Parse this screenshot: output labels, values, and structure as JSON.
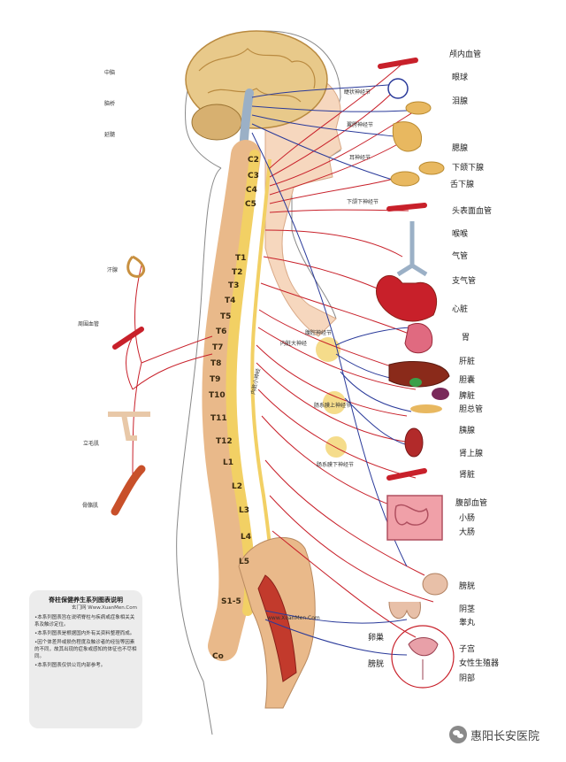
{
  "organs": {
    "cranial_vessel": "颅内血管",
    "eyeball": "眼球",
    "lacrimal": "泪腺",
    "parotid": "腮腺",
    "submandibular": "下颌下腺",
    "sublingual": "舌下腺",
    "face_vessel": "头表面血管",
    "throat": "喉喉",
    "trachea": "气管",
    "bronchus": "支气管",
    "heart": "心脏",
    "stomach": "胃",
    "liver": "肝脏",
    "gallbladder": "胆囊",
    "spleen": "脾脏",
    "bile_duct": "胆总管",
    "pancreas": "胰腺",
    "adrenal": "肾上腺",
    "kidney": "肾脏",
    "abdominal_vessel": "腹部血管",
    "small_intestine": "小肠",
    "large_intestine": "大肠",
    "bladder": "膀胱",
    "penis": "阴茎",
    "testis": "睾丸",
    "ovary": "卵巢",
    "uterus": "子宫",
    "bladder_f": "膀胱",
    "female_genital": "女性生殖器",
    "vagina": "阴部"
  },
  "ganglia": {
    "ciliary": "睫状神经节",
    "pterygopalatine": "翼腭神经节",
    "otic": "耳神经节",
    "submandibular": "下颌下神经节",
    "celiac": "腹腔神经节",
    "greater_splanchnic": "内脏大神经",
    "lesser_splanchnic": "内脏小神经",
    "superior_mesenteric": "肠系膜上神经节",
    "inferior_mesenteric": "肠系膜下神经节"
  },
  "left_labels": {
    "midbrain": "中脑",
    "pons": "脑桥",
    "medulla": "延髓",
    "sweat_gland": "汗腺",
    "peripheral_vessel": "周围血管",
    "arrector_pili": "立毛肌",
    "skeletal_muscle": "骨骼肌"
  },
  "vertebrae": {
    "c2": "C2",
    "c3": "C3",
    "c4": "C4",
    "c5": "C5",
    "t1": "T1",
    "t2": "T2",
    "t3": "T3",
    "t4": "T4",
    "t5": "T5",
    "t6": "T6",
    "t7": "T7",
    "t8": "T8",
    "t9": "T9",
    "t10": "T10",
    "t11": "T11",
    "t12": "T12",
    "l1": "L1",
    "l2": "L2",
    "l3": "L3",
    "l4": "L4",
    "l5": "L5",
    "s": "S1-5",
    "co": "Co"
  },
  "url": "www.XuanMen.Com",
  "note": {
    "title": "脊柱保健养生系列图表说明",
    "author": "玄门网 Www.XuanMen.Com",
    "items": [
      "•本系列图表旨在说明脊柱与疾病或症象相关关系及触诊定位。",
      "•本系列图表是根据国内外有关资料整理而成。",
      "•因个体差异或损伤程度及触诊者的经验等因素的不同，故其出现的症象或感知的体征也不尽相同。",
      "•本系列图表仅供公司内部参考。"
    ]
  },
  "watermark": "惠阳长安医院",
  "colors": {
    "nerve_red": "#c8202a",
    "nerve_blue": "#2a3a9a",
    "cord_yellow": "#f2d064",
    "bone": "#e9b98a",
    "skin": "#f6d7be",
    "brain": "#e8c98a"
  }
}
